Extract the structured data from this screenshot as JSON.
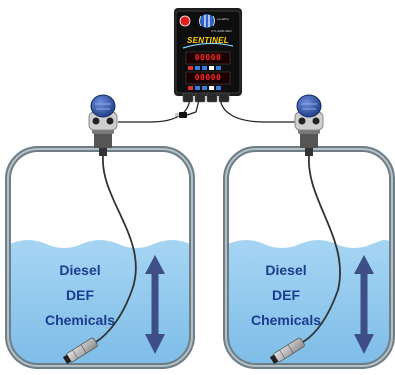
{
  "controller": {
    "brand": "SENTINEL",
    "maker": "LevelPal",
    "model": "CTL-4000-SEN",
    "display_top": "00000",
    "display_bottom": "00000"
  },
  "tanks": [
    {
      "contents": [
        "Diesel",
        "DEF",
        "Chemicals"
      ]
    },
    {
      "contents": [
        "Diesel",
        "DEF",
        "Chemicals"
      ]
    }
  ],
  "colors": {
    "liquid": "#89c6ee",
    "tank_outline": "#6e7e87",
    "arrow": "#3d4f86",
    "label": "#1a3d8f",
    "sensor_cap": "#2d4fa8"
  }
}
